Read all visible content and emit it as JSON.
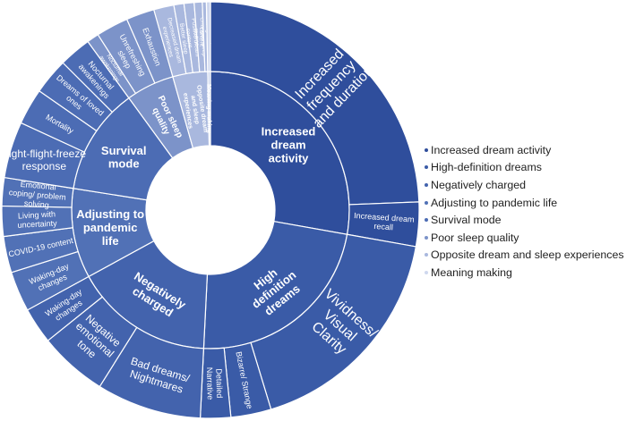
{
  "chart_data": {
    "type": "sunburst",
    "colors": {
      "inner": [
        "#2f4e9c",
        "#3a5ba7",
        "#4363ad",
        "#5171b6",
        "#4c6cb4",
        "#7c93c9",
        "#a9b8de",
        "#cfd8ee"
      ],
      "outer": [
        "#2f4e9c",
        "#2f4e9c",
        "#3a5ba7",
        "#3a5ba7",
        "#3a5ba7",
        "#4363ad",
        "#4363ad",
        "#4363ad",
        "#5171b6",
        "#5171b6",
        "#5171b6",
        "#5171b6",
        "#4c6cb4",
        "#4c6cb4",
        "#4c6cb4",
        "#4c6cb4",
        "#7c93c9",
        "#7c93c9",
        "#7c93c9",
        "#a9b8de",
        "#a9b8de",
        "#a9b8de",
        "#a9b8de",
        "#a9b8de",
        "#cfd8ee"
      ]
    },
    "categories": [
      {
        "name": "Increased dream activity",
        "label": "Increased dream activity",
        "value": 89.0
      },
      {
        "name": "High-definition dreams",
        "label": "High definition dreams",
        "value": 73.5
      },
      {
        "name": "Negatively charged",
        "label": "Negatively charged",
        "value": 52.0
      },
      {
        "name": "Adjusting to pandemic life",
        "label": "Adjusting to pandemic life",
        "value": 33.5
      },
      {
        "name": "Survival mode",
        "label": "Survival mode",
        "value": 40.0
      },
      {
        "name": "Poor sleep quality",
        "label": "Poor sleep quality",
        "value": 18.0
      },
      {
        "name": "Opposite dream and sleep experiences",
        "label": "Opposite dream and sleep experiences",
        "value": 13.0
      },
      {
        "name": "Meaning making",
        "label": "Meaning making",
        "value": 1.0
      }
    ],
    "subcategories": [
      {
        "parent": "Increased dream activity",
        "label": "Increased frequency and duration",
        "value": 78.0
      },
      {
        "parent": "Increased dream activity",
        "label": "Increased dream recall",
        "value": 11.0
      },
      {
        "parent": "High-definition dreams",
        "label": "Vividness/ Visual Clarity",
        "value": 56.0
      },
      {
        "parent": "High-definition dreams",
        "label": "Bizarre/ Strange",
        "value": 10.0
      },
      {
        "parent": "High-definition dreams",
        "label": "Detailed Narrative",
        "value": 7.5
      },
      {
        "parent": "Negatively charged",
        "label": "Bad dreams/ Nightmares",
        "value": 26.0
      },
      {
        "parent": "Negatively charged",
        "label": "Negative emotional tone",
        "value": 17.0
      },
      {
        "parent": "Negatively charged",
        "label": "Waking-day changes",
        "value": 9.0
      },
      {
        "parent": "Adjusting to pandemic life",
        "label": "Waking-day changes",
        "value": 10.0
      },
      {
        "parent": "Adjusting to pandemic life",
        "label": "COVID-19 content",
        "value": 9.0
      },
      {
        "parent": "Adjusting to pandemic life",
        "label": "Living with uncertainty",
        "value": 7.5
      },
      {
        "parent": "Adjusting to pandemic life",
        "label": "Emotional coping/ problem solving",
        "value": 7.0
      },
      {
        "parent": "Survival mode",
        "label": "Fight-flight-freeze response",
        "value": 14.0
      },
      {
        "parent": "Survival mode",
        "label": "Mortality",
        "value": 9.0
      },
      {
        "parent": "Survival mode",
        "label": "Dreams of loved ones",
        "value": 9.0
      },
      {
        "parent": "Survival mode",
        "label": "Nocturnal awakenings",
        "value": 8.0
      },
      {
        "parent": "Poor sleep quality",
        "label": "Nocturnal awakenings",
        "value": 3.0
      },
      {
        "parent": "Poor sleep quality",
        "label": "Unrefreshing sleep",
        "value": 8.0
      },
      {
        "parent": "Poor sleep quality",
        "label": "Exhaustion",
        "value": 7.0
      },
      {
        "parent": "Opposite dream and sleep experiences",
        "label": "Decreased dream experiences",
        "value": 5.0
      },
      {
        "parent": "Opposite dream and sleep experiences",
        "label": "Better sleep",
        "value": 2.5
      },
      {
        "parent": "Opposite dream and sleep experiences",
        "label": "Positive dream content",
        "value": 2.5
      },
      {
        "parent": "Opposite dream and sleep experiences",
        "label": "Changed sleep routine",
        "value": 2.0
      },
      {
        "parent": "Opposite dream and sleep experiences",
        "label": "Changed dream content",
        "value": 1.0
      },
      {
        "parent": "Meaning making",
        "label": "",
        "value": 1.0
      }
    ],
    "legend": {
      "position": "right",
      "entries": [
        "Increased dream activity",
        "High-definition dreams",
        "Negatively charged",
        "Adjusting to pandemic life",
        "Survival mode",
        "Poor sleep quality",
        "Opposite dream and sleep experiences",
        "Meaning making"
      ]
    }
  }
}
